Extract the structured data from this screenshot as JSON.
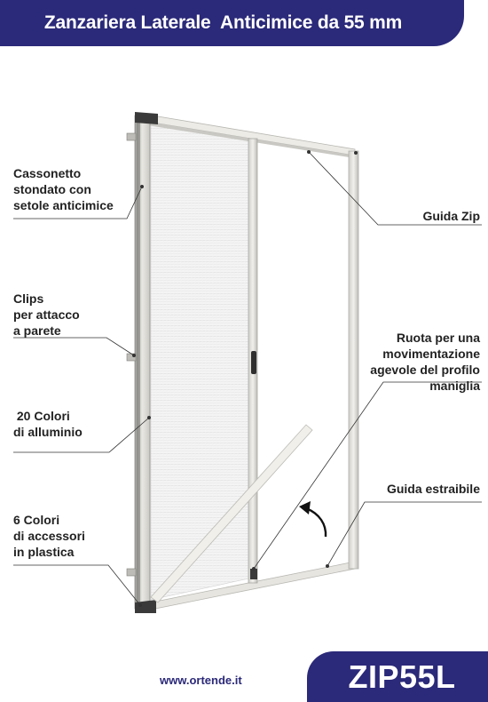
{
  "header": {
    "title": "Zanzariera Laterale  Anticimice da 55 mm"
  },
  "labels": {
    "cassonetto": [
      "Cassonetto",
      "stondato con",
      "setole anticimice"
    ],
    "clips": [
      "Clips",
      "per attacco",
      "a parete"
    ],
    "colori_alluminio": [
      " 20 Colori",
      "di alluminio"
    ],
    "colori_accessori": [
      "6 Colori",
      "di accessori",
      "in plastica"
    ],
    "guida_zip": [
      "Guida Zip"
    ],
    "ruota": [
      "Ruota per una",
      "movimentazione",
      "agevole del profilo",
      "maniglia"
    ],
    "guida_estraibile": [
      "Guida estraibile"
    ]
  },
  "footer": {
    "website": "www.ortende.it",
    "product_code": "ZIP55L"
  },
  "colors": {
    "brand_navy": "#2b2979",
    "frame": "#e4e3de",
    "mesh": "#f2f2f2",
    "dark_accessory": "#3a3a3a"
  }
}
